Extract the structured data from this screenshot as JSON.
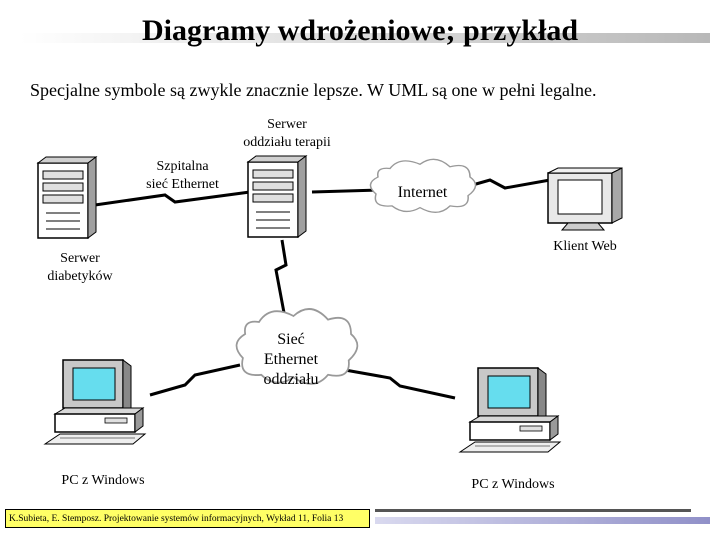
{
  "title": "Diagramy wdrożeniowe; przykład",
  "subtitle": "Specjalne symbole są zwykle znacznie lepsze. W UML są one w pełni  legalne.",
  "nodes": {
    "server_diab": "Serwer\ndiabetyków",
    "server_ther": "Serwer\noddziału terapii",
    "client_web": "Klient Web",
    "pc_left": "PC z  Windows",
    "pc_right": "PC z  Windows"
  },
  "links": {
    "hospital_ethernet": "Szpitalna\nsieć Ethernet"
  },
  "clouds": {
    "internet": "Internet",
    "ward_ethernet": "Sieć\nEthernet\noddziału"
  },
  "footer": "K.Subieta, E. Stemposz. Projektowanie systemów informacyjnych, Wykład 11, Folia  13"
}
